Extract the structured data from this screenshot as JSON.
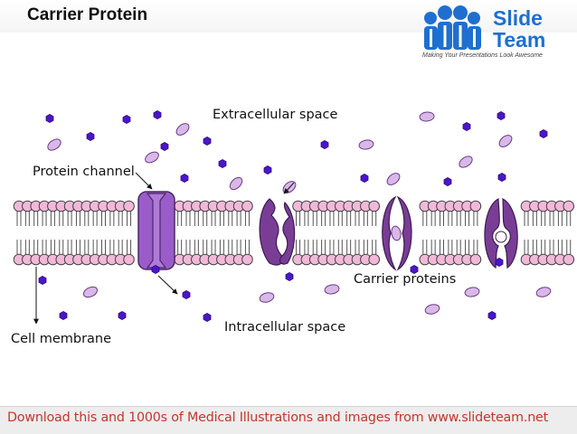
{
  "header": {
    "title": "Carrier Protein"
  },
  "logo": {
    "word_top": "Slide",
    "word_bottom": "Team",
    "tagline": "Making Your Presentations Look Awesome"
  },
  "labels": {
    "extracellular": "Extracellular space",
    "protein_channel": "Protein channel",
    "carrier_proteins": "Carrier proteins",
    "intracellular": "Intracellular space",
    "cell_membrane": "Cell membrane"
  },
  "footer": {
    "text": "Download this and 1000s of Medical Illustrations and images from www.slideteam.net"
  },
  "colors": {
    "lipid_head": "#f2b8d8",
    "lipid_outline": "#444444",
    "channel": "#9a5cc9",
    "carrier": "#7a3d96",
    "molecule_hex": "#4b16c8",
    "molecule_oval": "#d9b8e8",
    "logo_blue": "#1f6fd0"
  }
}
